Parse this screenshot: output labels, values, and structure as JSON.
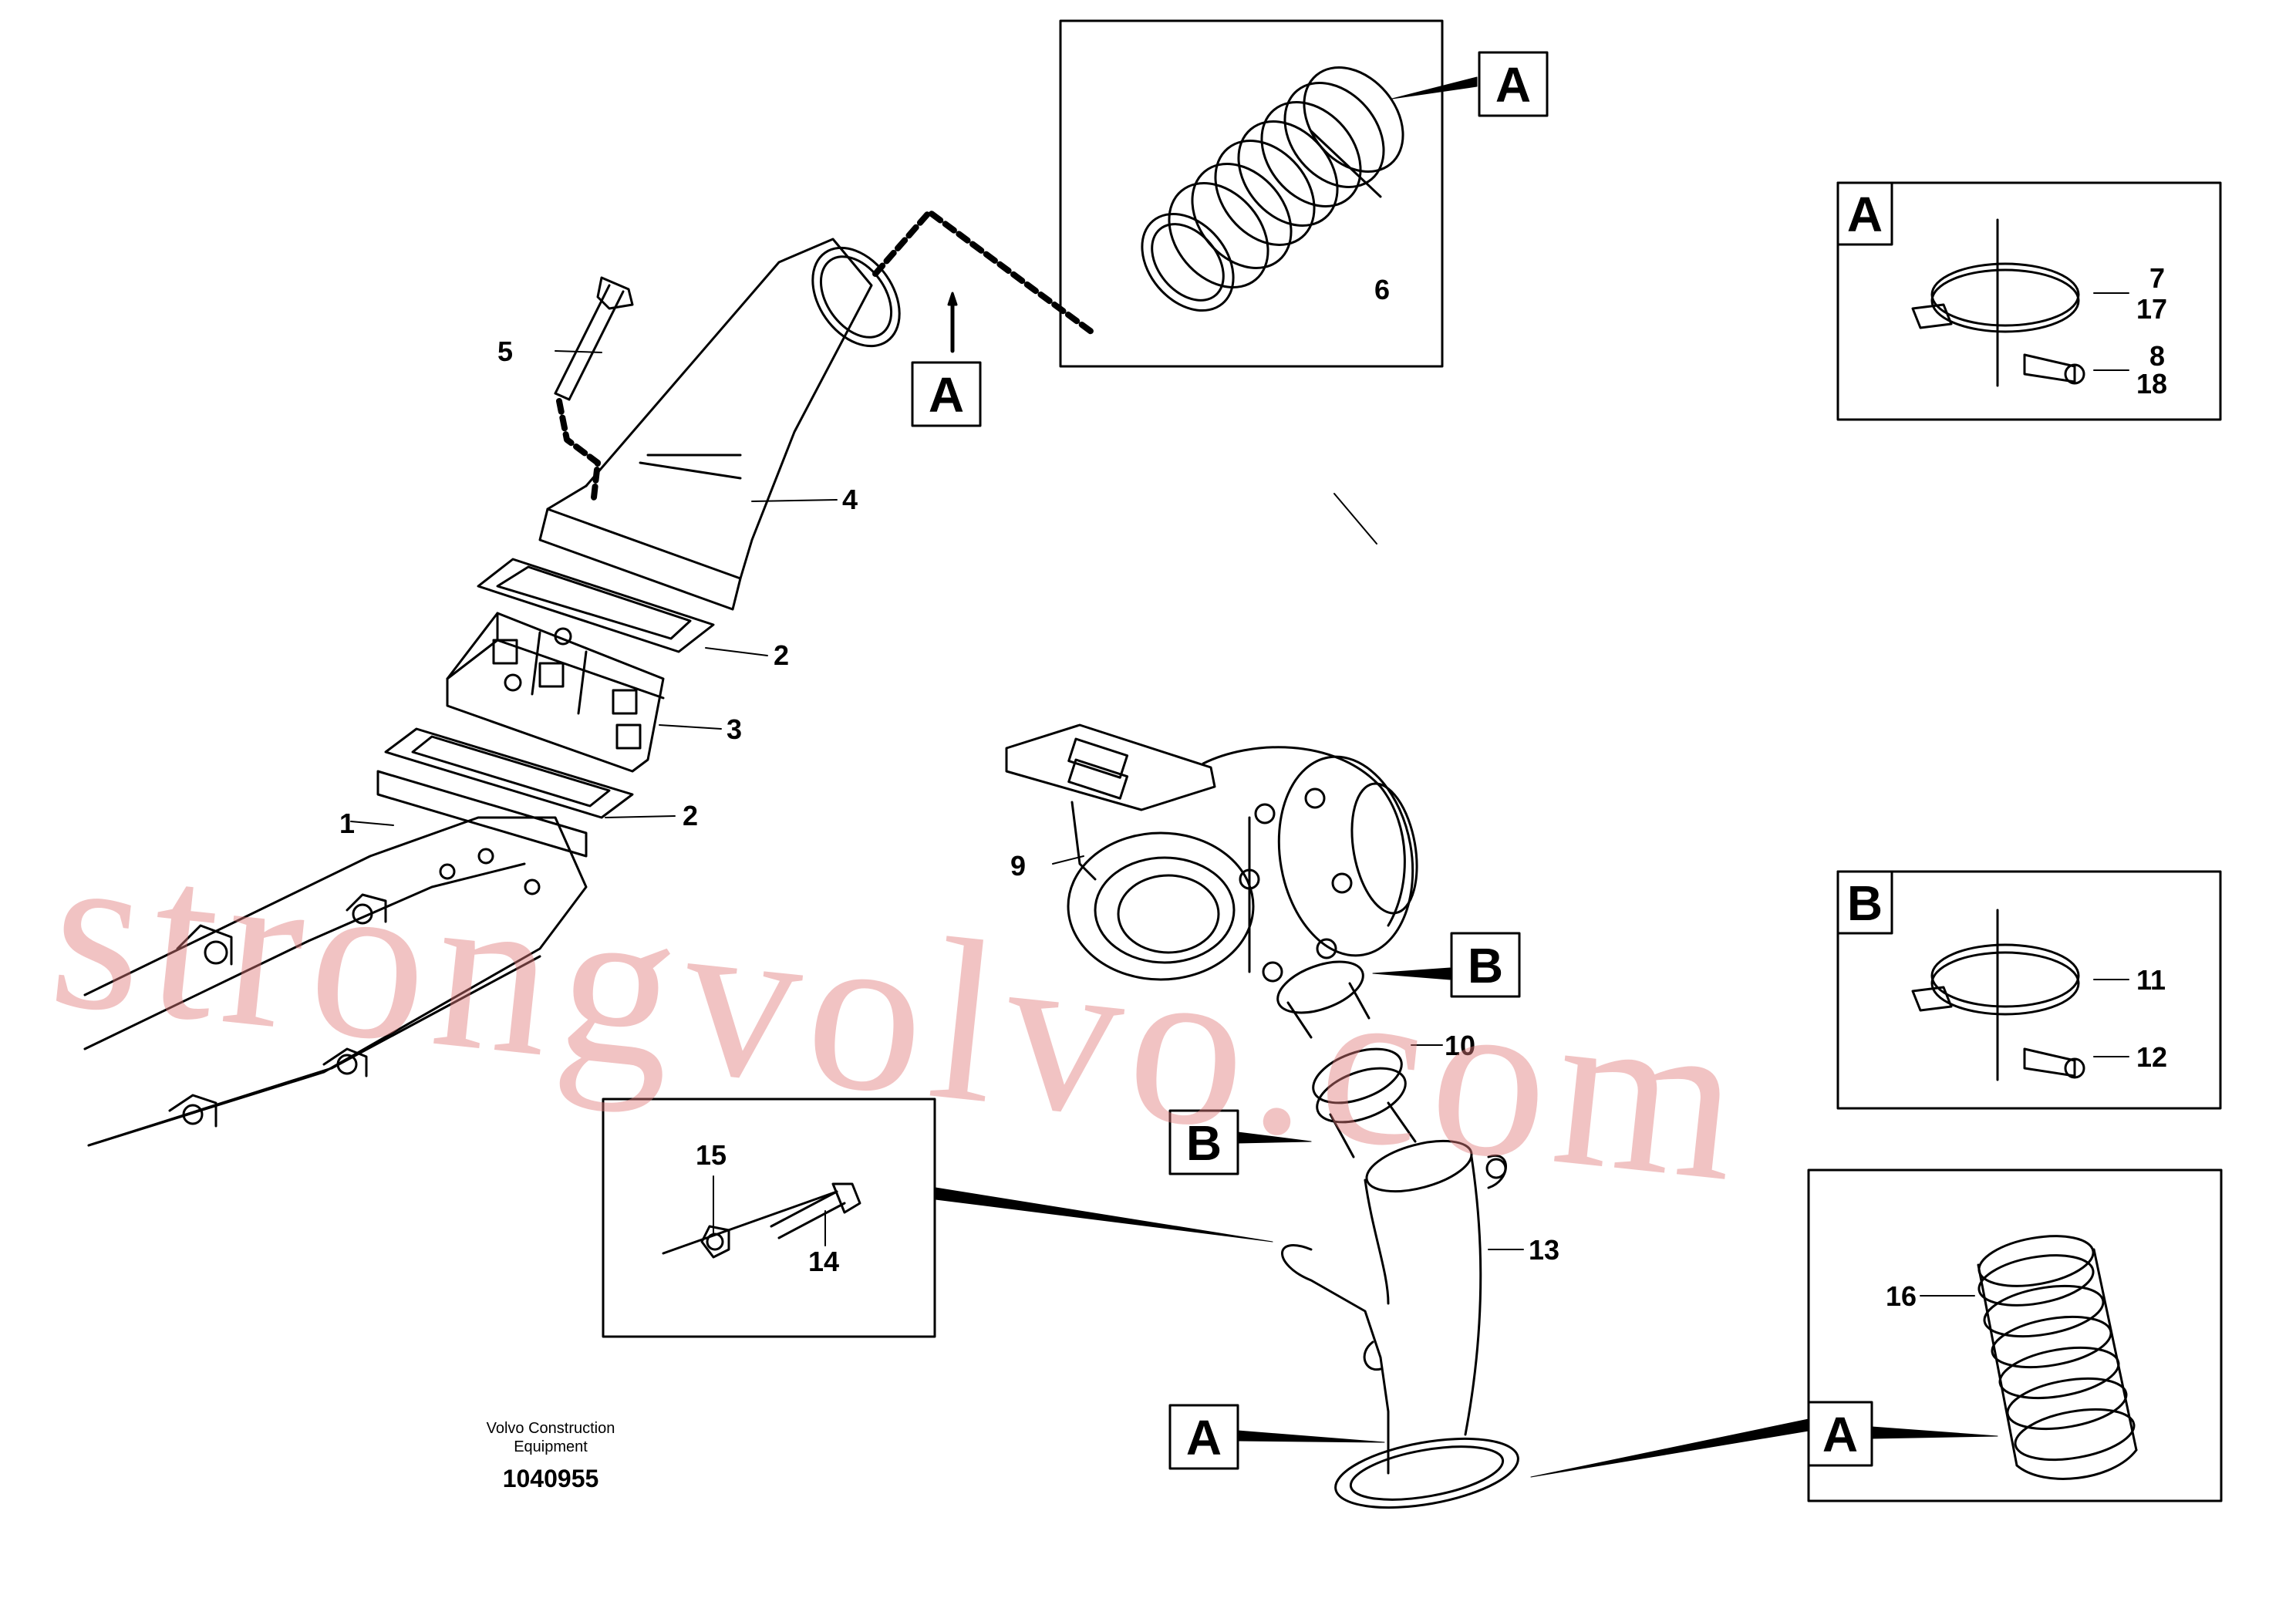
{
  "watermark": "strongvolvo.com",
  "footer": {
    "company": "Volvo Construction",
    "company_line2": "Equipment",
    "doc_number": "1040955"
  },
  "reference_letters": {
    "a": "A",
    "b": "B"
  },
  "part_labels": {
    "p1": "1",
    "p2": "2",
    "p3": "3",
    "p4": "4",
    "p5": "5",
    "p6": "6",
    "p7": "7",
    "p8": "8",
    "p9": "9",
    "p10": "10",
    "p11": "11",
    "p12": "12",
    "p13": "13",
    "p14": "14",
    "p15": "15",
    "p16": "16",
    "p17": "17",
    "p18": "18"
  },
  "colors": {
    "line": "#000000",
    "watermark": "#e07a7a",
    "background": "#ffffff"
  }
}
